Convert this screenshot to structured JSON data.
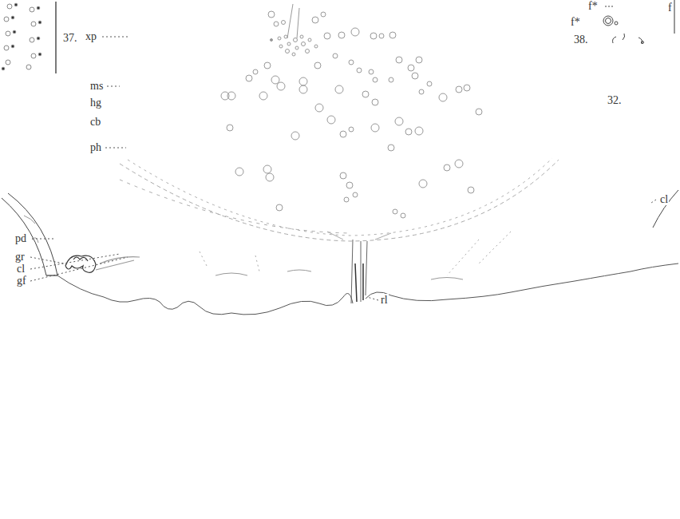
{
  "diagram": {
    "labels": [
      "37.",
      "xp",
      "f*",
      "f",
      "f*",
      "38.",
      "ms",
      "hg",
      "32.",
      "cb",
      "ph",
      "cl",
      "pd",
      "gr",
      "cl",
      "gf",
      "rl"
    ]
  }
}
